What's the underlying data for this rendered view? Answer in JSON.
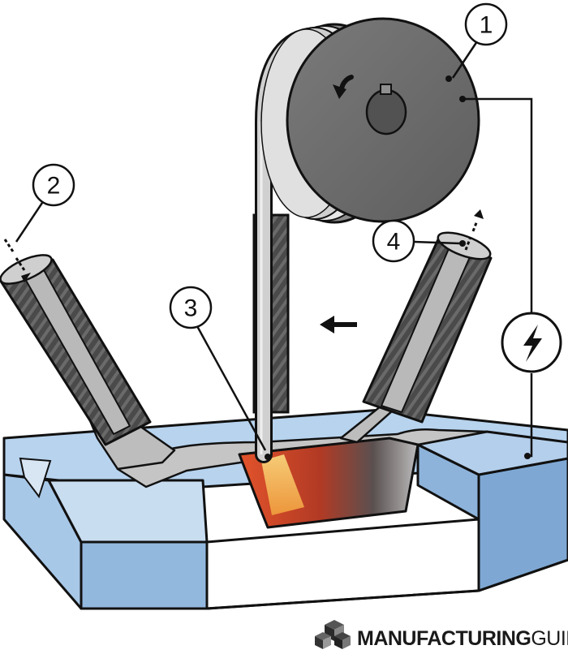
{
  "diagram": {
    "callouts": [
      {
        "id": "reel",
        "number": "1"
      },
      {
        "id": "inlet-nozzle",
        "number": "2"
      },
      {
        "id": "weld-pool",
        "number": "3"
      },
      {
        "id": "outlet-nozzle",
        "number": "4"
      }
    ],
    "direction_arrow": "left",
    "power_source_icon": "lightning-bolt-icon",
    "reel_rotation": "counter-clockwise"
  },
  "brand": {
    "name_bold": "MANUFACTURING",
    "name_light": "GUIDE"
  },
  "colors": {
    "reel": "#6b6b6b",
    "nozzle": "#555555",
    "base": "#9dc1e3",
    "weld_hot": "#e2532b",
    "weld_glow": "#f4b35a",
    "outline": "#111111"
  }
}
